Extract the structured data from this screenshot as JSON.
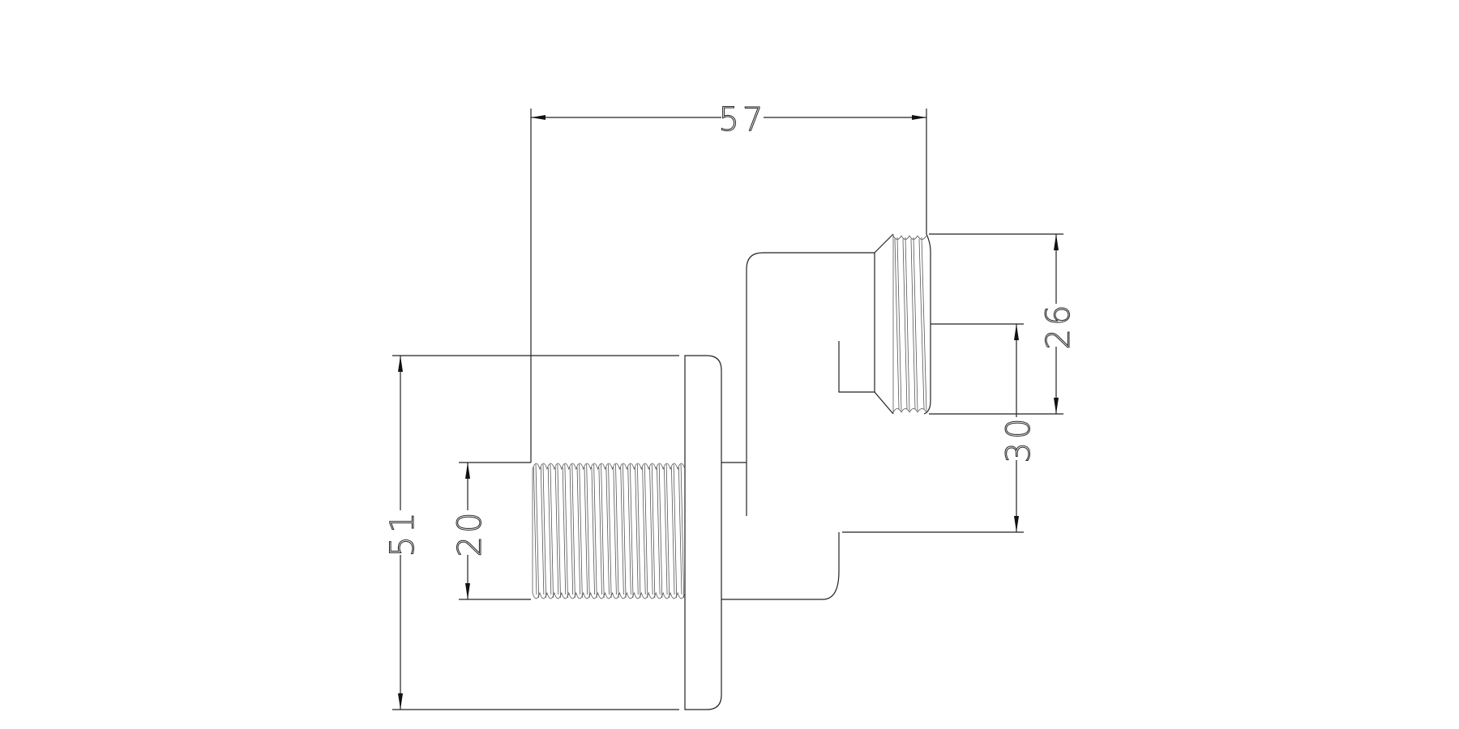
{
  "drawing": {
    "dimensions": {
      "overall_width": "57",
      "overall_height": "51",
      "inlet_thread": "20",
      "outlet_thread": "26",
      "offset": "30"
    },
    "line_color": "#222222",
    "background": "#ffffff"
  }
}
